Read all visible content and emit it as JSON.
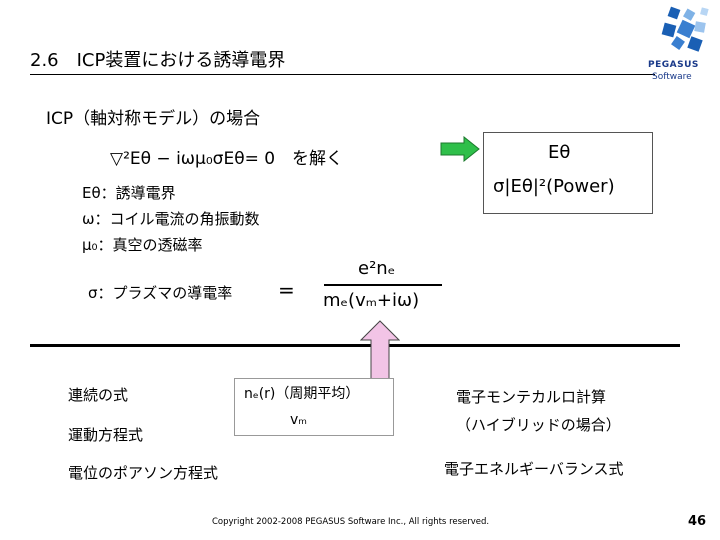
{
  "title": "2.6　ICP装置における誘導電界",
  "logo": {
    "name": "PEGASUS",
    "sub": "Software"
  },
  "heading": "ICP（軸対称モデル）の場合",
  "equation": "▽²Eθ − iωμ₀σEθ= 0　を解く",
  "result": {
    "line1": "Eθ",
    "line2": "σ|Eθ|²(Power)"
  },
  "definitions": [
    "Eθ：誘導電界",
    "ω：コイル電流の角振動数",
    "μ₀：真空の透磁率"
  ],
  "sigma_def": "σ：プラズマの導電率",
  "equals": "=",
  "fraction": {
    "numerator": "e²nₑ",
    "denominator": "mₑ(vₘ+iω)"
  },
  "left_items": [
    "連続の式",
    "運動方程式",
    "電位のポアソン方程式"
  ],
  "ne_box": {
    "line1": "nₑ(r)（周期平均）",
    "line2": "vₘ"
  },
  "monte_carlo": {
    "line1": "電子モンテカルロ計算",
    "line2": "（ハイブリッドの場合）"
  },
  "energy": "電子エネルギーバランス式",
  "copyright": "Copyright 2002-2008 PEGASUS Software Inc., All rights reserved.",
  "page_number": "46",
  "colors": {
    "arrow_green": "#2fbf4a",
    "arrow_pink": "#f2c4e6",
    "logo_blue": "#1a5fb4"
  }
}
